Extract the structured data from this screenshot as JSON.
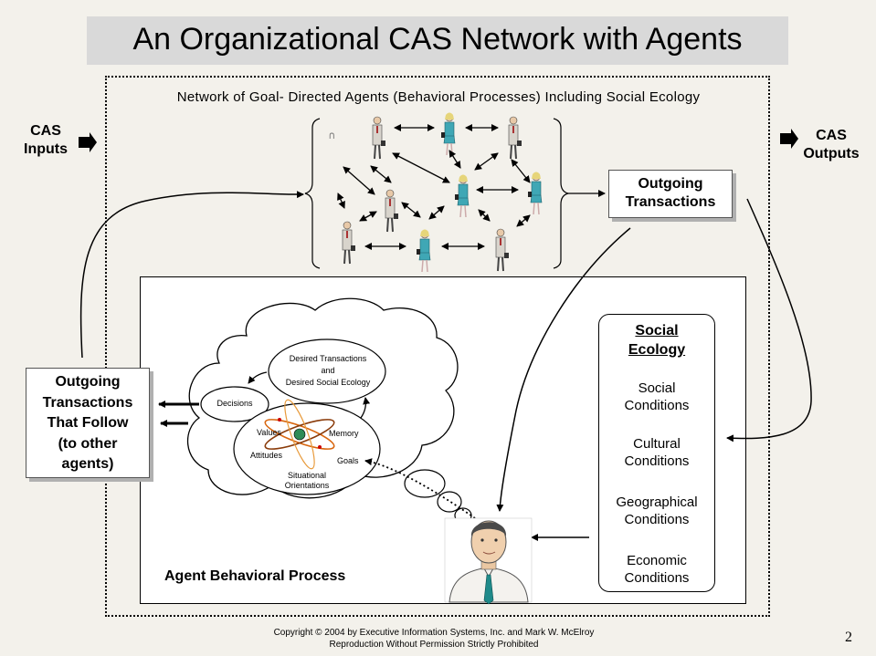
{
  "title": "An Organizational CAS Network with Agents",
  "network_title": "Network of Goal- Directed Agents (Behavioral Processes) Including Social Ecology",
  "cas_inputs": {
    "line1": "CAS",
    "line2": "Inputs"
  },
  "cas_outputs": {
    "line1": "CAS",
    "line2": "Outputs"
  },
  "outgoing_transactions": {
    "line1": "Outgoing",
    "line2": "Transactions"
  },
  "outgoing_follow": [
    "Outgoing",
    "Transactions",
    "That Follow",
    "(to other",
    "agents)"
  ],
  "social_ecology": {
    "heading1": "Social",
    "heading2": "Ecology",
    "items": [
      {
        "l1": "Social",
        "l2": "Conditions"
      },
      {
        "l1": "Cultural",
        "l2": "Conditions"
      },
      {
        "l1": "Geographical",
        "l2": "Conditions"
      },
      {
        "l1": "Economic",
        "l2": "Conditions"
      }
    ]
  },
  "cloud": {
    "desired_l1": "Desired Transactions",
    "desired_l2": "and",
    "desired_l3": "Desired Social Ecology",
    "decisions": "Decisions",
    "values": "Values",
    "memory": "Memory",
    "attitudes": "Attitudes",
    "goals": "Goals",
    "situational_l1": "Situational",
    "situational_l2": "Orientations"
  },
  "agent_process_label": "Agent Behavioral Process",
  "footer": {
    "line1": "Copyright © 2004 by Executive Information Systems, Inc. and Mark W. McElroy",
    "line2": "Reproduction Without Permission Strictly Prohibited"
  },
  "page_number": "2",
  "colors": {
    "background": "#f3f1eb",
    "title_bar": "#d9d9d9",
    "suit_teal": "#3fa7b5",
    "suit_grey": "#d8d4cc"
  }
}
